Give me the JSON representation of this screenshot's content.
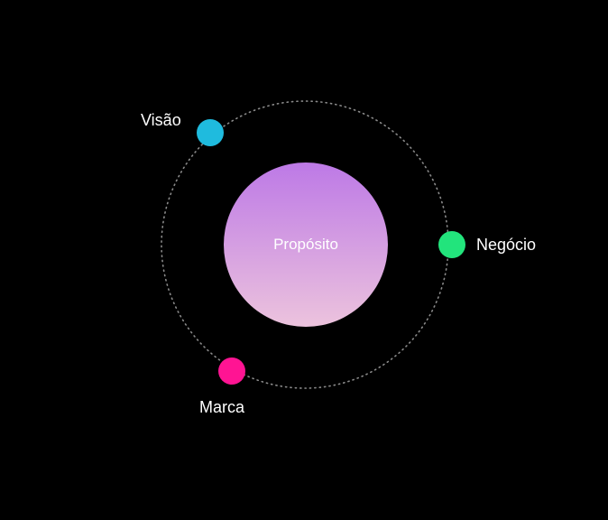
{
  "center": {
    "label": "Propósito",
    "gradient_top": "#bd79e6",
    "gradient_bottom": "#ecc3dd"
  },
  "orbit": {
    "stroke": "#8a8a8a",
    "style": "dotted"
  },
  "nodes": [
    {
      "id": "visao",
      "label": "Visão",
      "color": "#1fbbde"
    },
    {
      "id": "negocio",
      "label": "Negócio",
      "color": "#22e47c"
    },
    {
      "id": "marca",
      "label": "Marca",
      "color": "#ff1493"
    }
  ]
}
